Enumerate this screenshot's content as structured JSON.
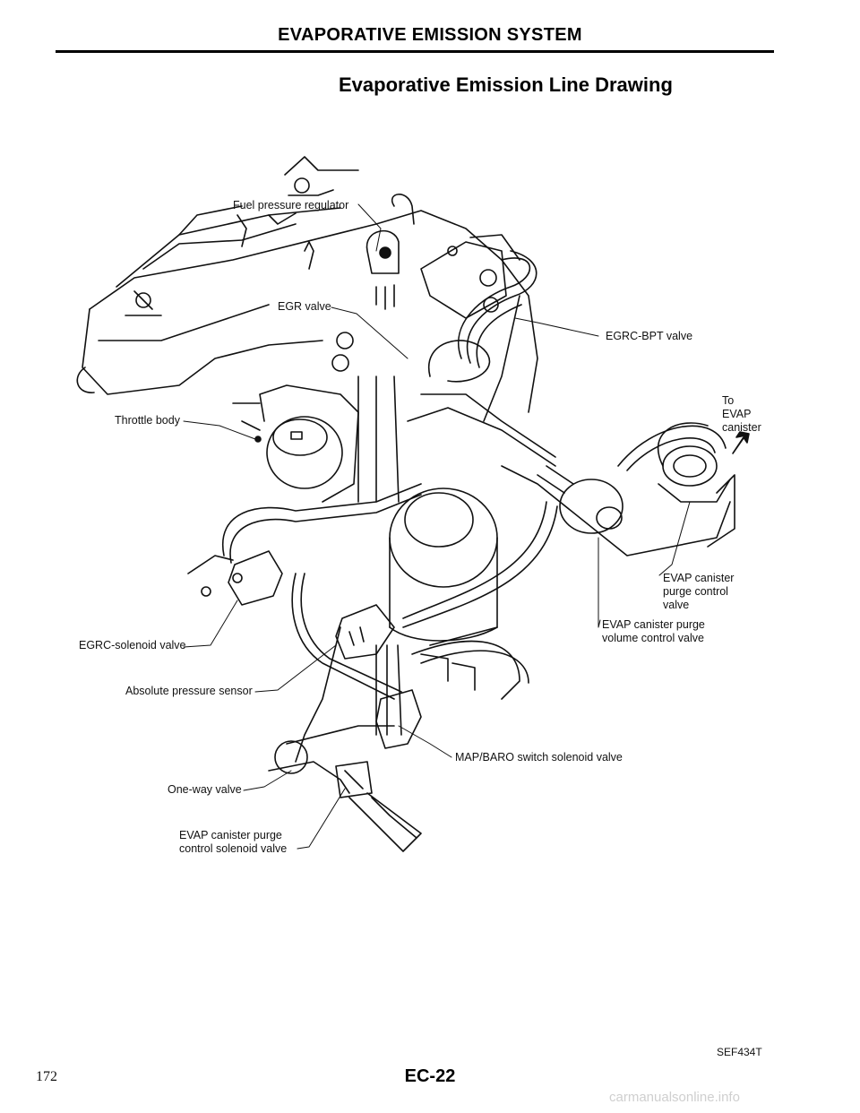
{
  "header": {
    "section_title": "EVAPORATIVE EMISSION SYSTEM",
    "drawing_title": "Evaporative Emission Line Drawing"
  },
  "labels": {
    "fuel_pressure_regulator": "Fuel pressure regulator",
    "egr_valve": "EGR valve",
    "egrc_bpt_valve": "EGRC-BPT valve",
    "to_evap_canister_line1": "To",
    "to_evap_canister_line2": "EVAP",
    "to_evap_canister_line3": "canister",
    "throttle_body": "Throttle body",
    "evap_canister_purge_control_valve_line1": "EVAP canister",
    "evap_canister_purge_control_valve_line2": "purge control",
    "evap_canister_purge_control_valve_line3": "valve",
    "evap_canister_purge_volume_control_valve_line1": "EVAP canister purge",
    "evap_canister_purge_volume_control_valve_line2": "volume control valve",
    "egrc_solenoid_valve": "EGRC-solenoid valve",
    "absolute_pressure_sensor": "Absolute pressure sensor",
    "map_baro_switch_solenoid_valve": "MAP/BARO switch solenoid valve",
    "one_way_valve": "One-way valve",
    "evap_canister_purge_control_solenoid_valve_line1": "EVAP canister purge",
    "evap_canister_purge_control_solenoid_valve_line2": "control solenoid valve"
  },
  "footer": {
    "figure_code": "SEF434T",
    "page_number": "172",
    "page_code": "EC-22",
    "watermark": "carmanualsonline.info"
  }
}
